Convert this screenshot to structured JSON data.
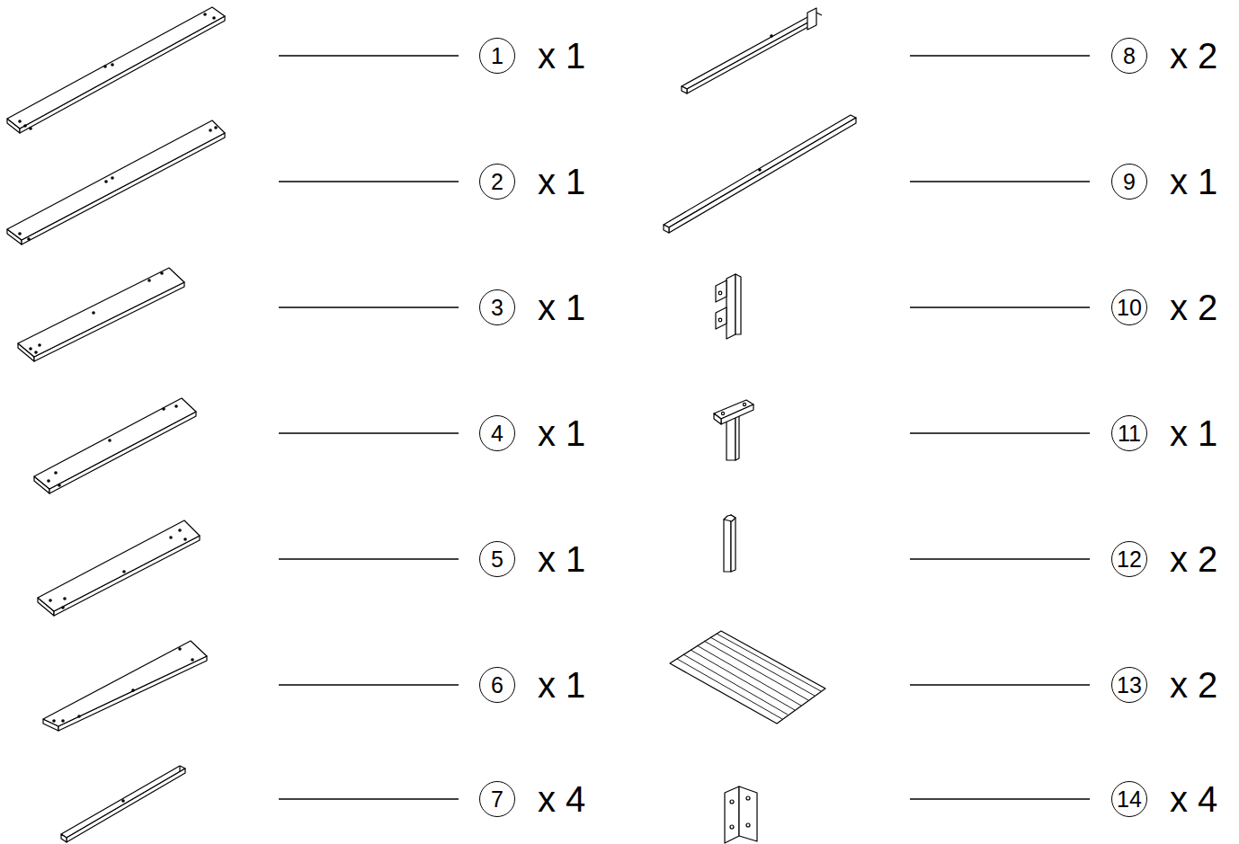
{
  "diagram": {
    "nodes": [
      {
        "text": [
          "1"
        ]
      },
      {
        "text": [
          "2"
        ]
      },
      {
        "text": [
          "3"
        ]
      },
      {
        "text": [
          "4"
        ]
      },
      {
        "text": [
          "5"
        ]
      },
      {
        "text": [
          "6"
        ]
      },
      {
        "text": [
          "7"
        ]
      },
      {
        "text": [
          "8"
        ]
      },
      {
        "text": [
          "9"
        ]
      },
      {
        "text": [
          "10"
        ]
      },
      {
        "text": [
          "11"
        ]
      },
      {
        "text": [
          "12"
        ]
      },
      {
        "text": [
          "13"
        ]
      },
      {
        "text": [
          "14"
        ]
      }
    ],
    "labels": [
      "x 1",
      "x 1",
      "x 1",
      "x 1",
      "x 1",
      "x 1",
      "x 4",
      "x 2",
      "x 1",
      "x 2",
      "x 1",
      "x 2",
      "x 2",
      "x 4"
    ]
  }
}
